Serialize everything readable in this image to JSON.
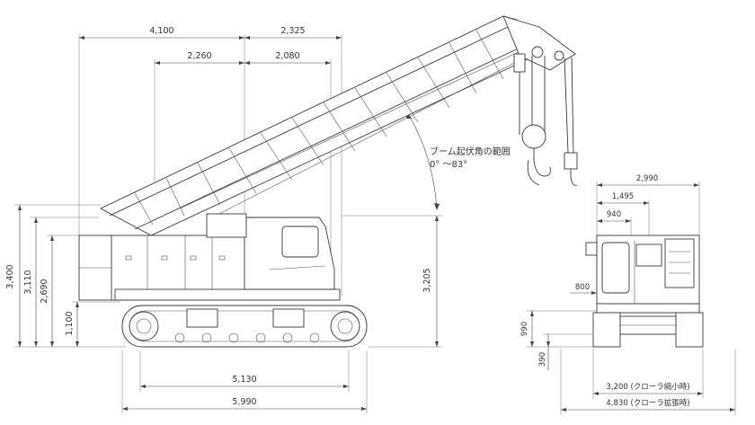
{
  "side_view": {
    "dims": {
      "top_left": "4,100",
      "top_right": "2,325",
      "second_left": "2,260",
      "second_right": "2,080",
      "h_3400": "3,400",
      "h_3110": "3,110",
      "h_2690": "2,690",
      "h_1100": "1,100",
      "h_3205": "3,205",
      "b_5130": "5,130",
      "b_5990": "5,990"
    },
    "angle_label": "ブーム起伏角の範囲",
    "angle_range": "0° 〜83°"
  },
  "rear_view": {
    "dims": {
      "w_2990": "2,990",
      "w_1495": "1,495",
      "w_940": "940",
      "w_800": "800",
      "h_990": "990",
      "h_390": "390",
      "w_3200": "3,200 (クローラ縮小時)",
      "w_4830": "4,830 (クローラ拡張時)"
    }
  }
}
